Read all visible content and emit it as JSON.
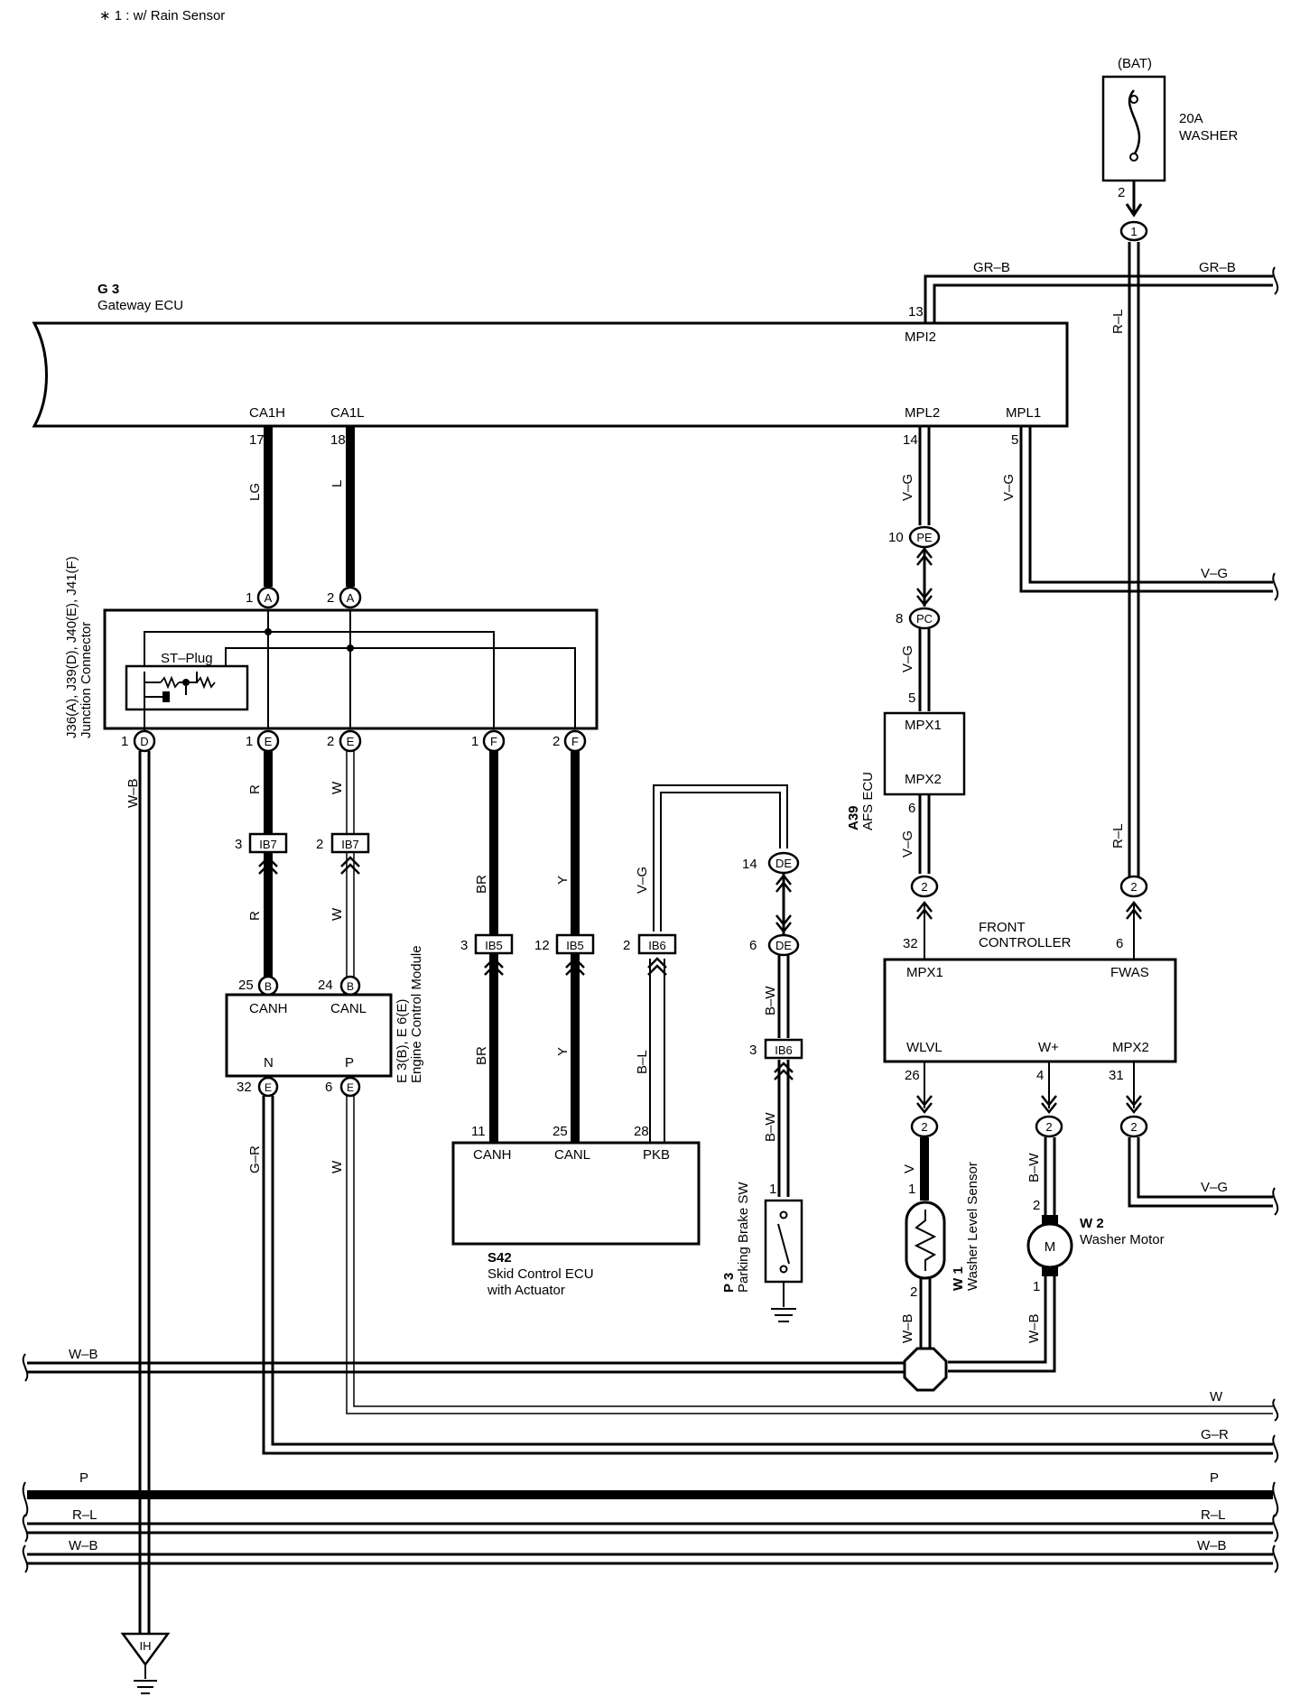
{
  "note": "∗ 1 : w/ Rain Sensor",
  "battery": {
    "label": "(BAT)",
    "fuse_rating": "20A",
    "fuse_name": "WASHER",
    "pin": "2"
  },
  "gateway_ecu": {
    "id": "G 3",
    "name": "Gateway ECU",
    "pins": {
      "mpi2": "MPI2",
      "mpi2_no": "13",
      "ca1h": "CA1H",
      "ca1h_no": "17",
      "ca1l": "CA1L",
      "ca1l_no": "18",
      "mpl2": "MPL2",
      "mpl2_no": "14",
      "mpl1": "MPL1",
      "mpl1_no": "5"
    }
  },
  "junction_connector": {
    "ids": "J36(A), J39(D), J40(E), J41(F)",
    "name": "Junction Connector",
    "st_plug": "ST–Plug",
    "pins": {
      "a1": "1",
      "a1_c": "A",
      "a2": "2",
      "a2_c": "A",
      "d1": "1",
      "d1_c": "D",
      "e1": "1",
      "e1_c": "E",
      "e2": "2",
      "e2_c": "E",
      "f1": "1",
      "f1_c": "F",
      "f2": "2",
      "f2_c": "F"
    }
  },
  "afs_ecu": {
    "id": "A39",
    "name": "AFS ECU",
    "mpx1": "MPX1",
    "mpx2": "MPX2",
    "pin5": "5",
    "pin6": "6"
  },
  "front_controller": {
    "name1": "FRONT",
    "name2": "CONTROLLER",
    "mpx1": "MPX1",
    "fwas": "FWAS",
    "wlvl": "WLVL",
    "wplus": "W+",
    "mpx2": "MPX2",
    "p32": "32",
    "p6": "6",
    "p26": "26",
    "p4": "4",
    "p31": "31"
  },
  "ecm": {
    "ids": "E 3(B), E 6(E)",
    "name": "Engine Control Module",
    "canh": "CANH",
    "canl": "CANL",
    "n": "N",
    "p": "P",
    "p25": "25",
    "p25_c": "B",
    "p24": "24",
    "p24_c": "B",
    "p32": "32",
    "p32_c": "E",
    "p6": "6",
    "p6_c": "E"
  },
  "skid_ecu": {
    "id": "S42",
    "name1": "Skid Control ECU",
    "name2": "with Actuator",
    "canh": "CANH",
    "canl": "CANL",
    "pkb": "PKB",
    "p11": "11",
    "p25": "25",
    "p28": "28"
  },
  "parking_brake": {
    "id": "P 3",
    "name": "Parking Brake SW",
    "pin": "1"
  },
  "washer_level": {
    "id": "W 1",
    "name": "Washer Level Sensor",
    "p1": "1",
    "p2": "2"
  },
  "washer_motor": {
    "id": "W 2",
    "name": "Washer Motor",
    "symbol": "M",
    "p1": "1",
    "p2": "2"
  },
  "connectors": {
    "ib7": "IB7",
    "ib5": "IB5",
    "ib6": "IB6",
    "pe": "PE",
    "pc": "PC",
    "de": "DE",
    "ih": "IH",
    "c1": "1",
    "c2": "2",
    "ib7_a": "3",
    "ib7_b": "2",
    "ib5_a": "3",
    "ib5_b": "12",
    "ib6_a": "2",
    "ib6_b": "3",
    "pe_no": "10",
    "pc_no": "8",
    "de_a": "14",
    "de_b": "6"
  },
  "wires": {
    "gr_b": "GR–B",
    "r_l": "R–L",
    "lg": "LG",
    "l": "L",
    "v_g": "V–G",
    "w_b": "W–B",
    "r": "R",
    "w": "W",
    "br": "BR",
    "y": "Y",
    "b_l": "B–L",
    "b_w": "B–W",
    "v": "V",
    "g_r": "G–R",
    "p": "P"
  }
}
